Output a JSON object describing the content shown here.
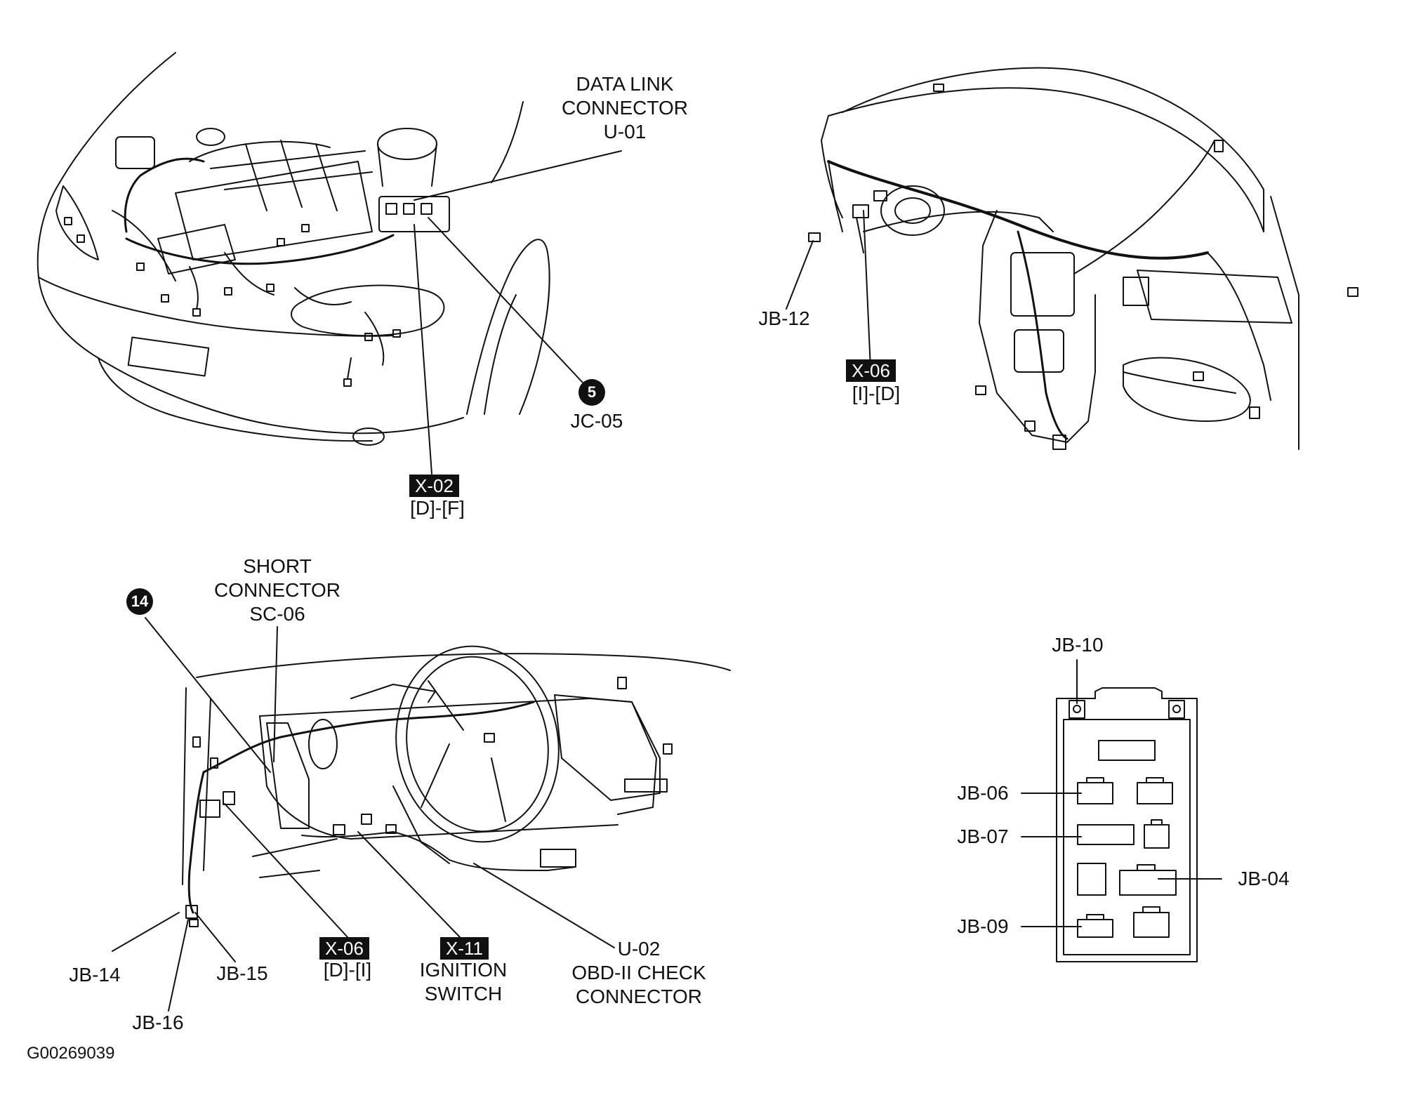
{
  "engine_view": {
    "data_link_connector": {
      "line1": "DATA LINK",
      "line2": "CONNECTOR",
      "line3": "U-01"
    },
    "jc_badge": "5",
    "jc_label": "JC-05",
    "x02_tag": "X-02",
    "x02_grid": "[D]-[F]"
  },
  "dash_view": {
    "jb12": "JB-12",
    "x06_tag": "X-06",
    "x06_grid": "[I]-[D]"
  },
  "interior_view": {
    "badge14": "14",
    "short_connector": {
      "line1": "SHORT",
      "line2": "CONNECTOR",
      "line3": "SC-06"
    },
    "jb14": "JB-14",
    "jb15": "JB-15",
    "jb16": "JB-16",
    "x06_tag": "X-06",
    "x06_grid": "[D]-[I]",
    "x11_tag": "X-11",
    "ignition": {
      "line1": "IGNITION",
      "line2": "SWITCH"
    },
    "obd": {
      "line1": "U-02",
      "line2": "OBD-II CHECK",
      "line3": "CONNECTOR"
    }
  },
  "junction_block": {
    "jb10": "JB-10",
    "jb06": "JB-06",
    "jb07": "JB-07",
    "jb04": "JB-04",
    "jb09": "JB-09"
  },
  "figure_id": "G00269039"
}
